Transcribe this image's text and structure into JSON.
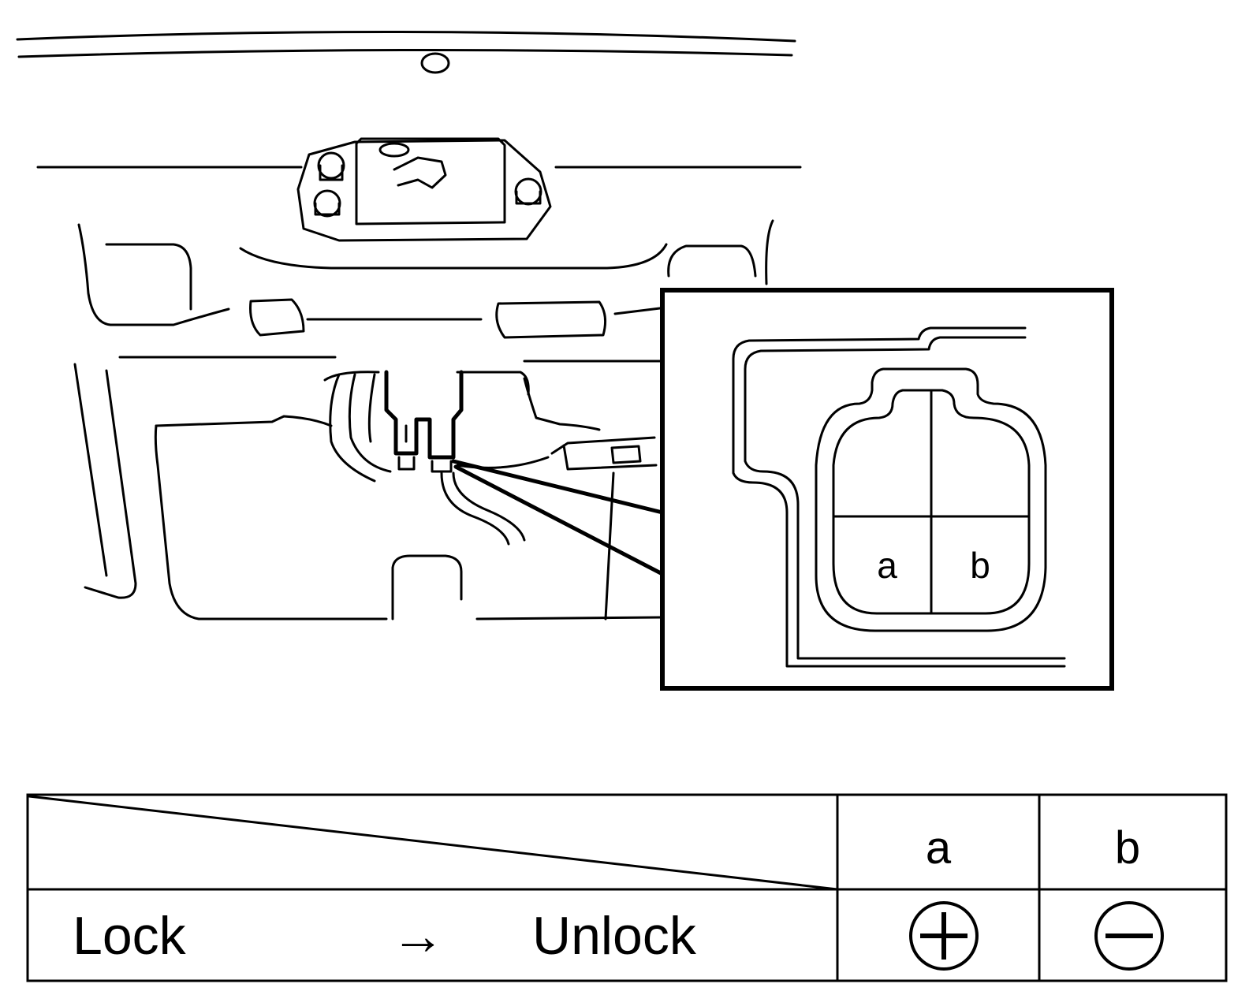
{
  "inset": {
    "terminal_a": "a",
    "terminal_b": "b"
  },
  "table": {
    "header_a": "a",
    "header_b": "b",
    "row": {
      "from_label": "Lock",
      "arrow": "→",
      "to_label": "Unlock",
      "a_value": "plus",
      "b_value": "minus"
    }
  }
}
